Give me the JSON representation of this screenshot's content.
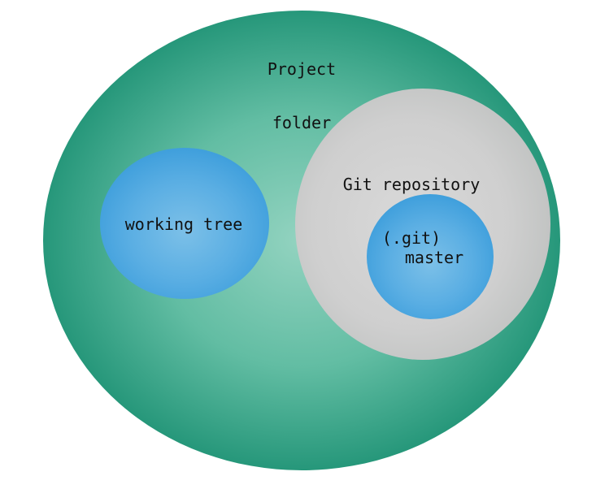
{
  "diagram": {
    "project_folder": {
      "label_line1": "Project",
      "label_line2": "folder"
    },
    "git_repository": {
      "label_line1": "Git repository",
      "label_line2": "(.git)"
    },
    "working_tree": {
      "label": "working tree"
    },
    "master": {
      "label": "master"
    }
  },
  "colors": {
    "project_folder_fill": "#2a9d7f",
    "project_folder_center": "#8fd0bd",
    "git_repository_fill": "#cfcfcf",
    "working_tree_fill": "#4aa3de",
    "master_fill": "#4aa3de",
    "text": "#111111"
  }
}
